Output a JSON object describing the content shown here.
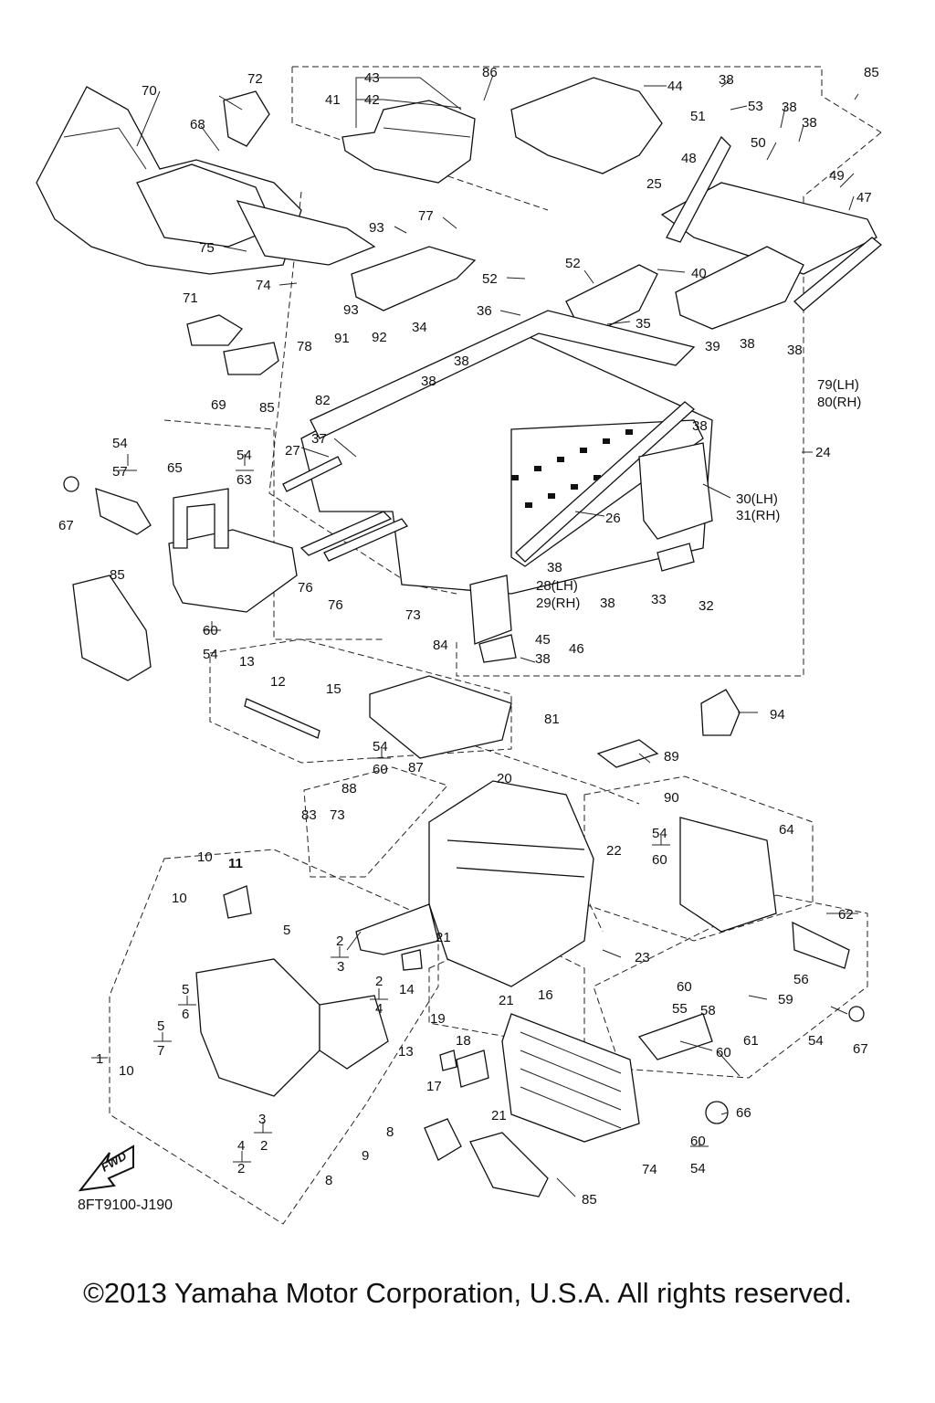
{
  "diagram": {
    "code": "8FT9100-J190",
    "fwd_label": "FWD",
    "copyright": "©2013 Yamaha Motor Corporation, U.S.A. All rights reserved.",
    "labels": {
      "l1": "1",
      "l2a": "2",
      "l2b": "2",
      "l2c": "2",
      "l2d": "2",
      "l3a": "3",
      "l3b": "3",
      "l4a": "4",
      "l4b": "4",
      "l5a": "5",
      "l5b": "5",
      "l5c": "5",
      "l6": "6",
      "l7": "7",
      "l8a": "8",
      "l8b": "8",
      "l9": "9",
      "l10a": "10",
      "l10b": "10",
      "l10c": "10",
      "l11": "11",
      "l12": "12",
      "l13a": "13",
      "l13b": "13",
      "l14": "14",
      "l15": "15",
      "l16": "16",
      "l17": "17",
      "l18": "18",
      "l19": "19",
      "l20": "20",
      "l21a": "21",
      "l21b": "21",
      "l21c": "21",
      "l22": "22",
      "l23": "23",
      "l24": "24",
      "l25": "25",
      "l26": "26",
      "l27": "27",
      "l28": "28(LH)",
      "l29": "29(RH)",
      "l30": "30(LH)",
      "l31": "31(RH)",
      "l32": "32",
      "l33": "33",
      "l34": "34",
      "l35": "35",
      "l36": "36",
      "l37": "37",
      "l38a": "38",
      "l38b": "38",
      "l38c": "38",
      "l38d": "38",
      "l38e": "38",
      "l38f": "38",
      "l38g": "38",
      "l38h": "38",
      "l38i": "38",
      "l38j": "38",
      "l38k": "38",
      "l39": "39",
      "l40": "40",
      "l41": "41",
      "l42": "42",
      "l43": "43",
      "l44": "44",
      "l45": "45",
      "l46": "46",
      "l47": "47",
      "l48": "48",
      "l49": "49",
      "l50": "50",
      "l51": "51",
      "l52a": "52",
      "l52b": "52",
      "l53": "53",
      "l54a": "54",
      "l54b": "54",
      "l54c": "54",
      "l54d": "54",
      "l54e": "54",
      "l54f": "54",
      "l54g": "54",
      "l55": "55",
      "l56": "56",
      "l57": "57",
      "l58": "58",
      "l59": "59",
      "l60a": "60",
      "l60b": "60",
      "l60c": "60",
      "l60d": "60",
      "l60e": "60",
      "l60f": "60",
      "l61": "61",
      "l62": "62",
      "l63": "63",
      "l64": "64",
      "l65": "65",
      "l66": "66",
      "l67a": "67",
      "l67b": "67",
      "l68": "68",
      "l69": "69",
      "l70": "70",
      "l71": "71",
      "l72": "72",
      "l73a": "73",
      "l73b": "73",
      "l74a": "74",
      "l74b": "74",
      "l75": "75",
      "l76a": "76",
      "l76b": "76",
      "l77": "77",
      "l78": "78",
      "l79": "79(LH)",
      "l80": "80(RH)",
      "l81": "81",
      "l82": "82",
      "l83": "83",
      "l84": "84",
      "l85a": "85",
      "l85b": "85",
      "l85c": "85",
      "l85d": "85",
      "l86": "86",
      "l87": "87",
      "l88": "88",
      "l89": "89",
      "l90": "90",
      "l91": "91",
      "l92": "92",
      "l93a": "93",
      "l93b": "93",
      "l94": "94"
    }
  }
}
